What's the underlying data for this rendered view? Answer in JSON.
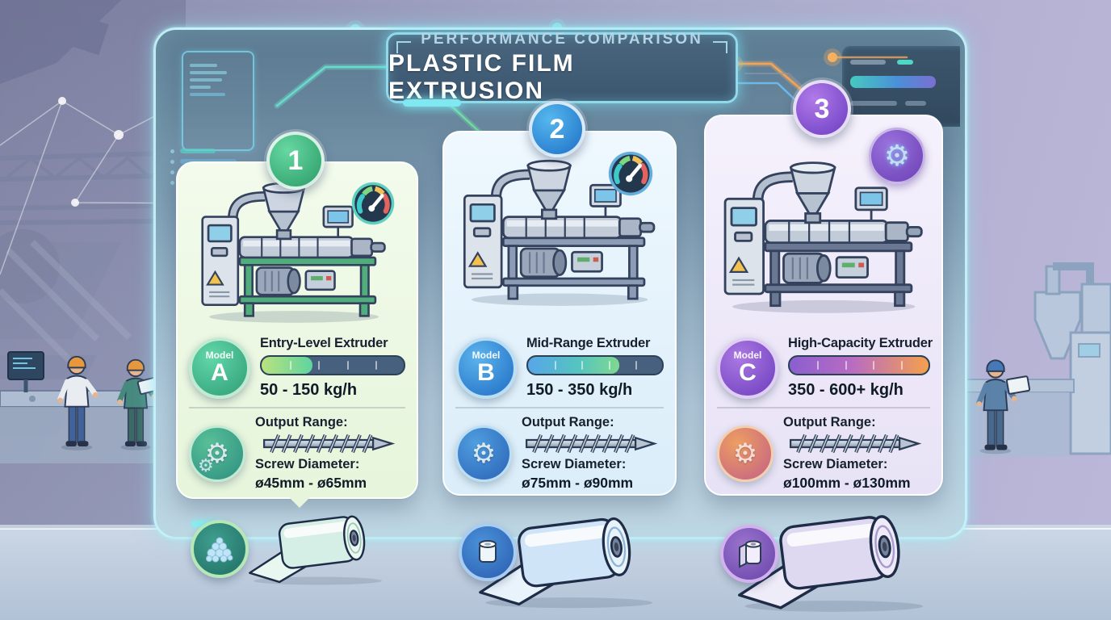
{
  "banner": {
    "kicker": "PERFORMANCE COMPARISON",
    "title": "PLASTIC FILM EXTRUSION"
  },
  "icons": {
    "gear": "⚙"
  },
  "colors": {
    "panel_glow": "#9fe8f2",
    "banner_bg": "#41607c",
    "bar_track": "#46607e",
    "card_a_accent": "#3fae6e",
    "card_b_accent": "#2e86d4",
    "card_c_accent": "#7a4fc9"
  },
  "cards": [
    {
      "number": "1",
      "model_word": "Model",
      "model_letter": "A",
      "title": "Entry-Level Extruder",
      "output_range": "50 - 150 kg/h",
      "output_label": "Output Range:",
      "screw_label": "Screw Diameter:",
      "screw_diameter": "ø45mm - ø65mm",
      "gauge_fill": "36%",
      "corner_icon": "speedometer",
      "card_tint": "#e9f6df"
    },
    {
      "number": "2",
      "model_word": "Model",
      "model_letter": "B",
      "title": "Mid-Range Extruder",
      "output_range": "150 - 350 kg/h",
      "output_label": "Output Range:",
      "screw_label": "Screw Diameter:",
      "screw_diameter": "ø75mm - ø90mm",
      "gauge_fill": "68%",
      "corner_icon": "speedometer",
      "card_tint": "#ddeefa"
    },
    {
      "number": "3",
      "model_word": "Model",
      "model_letter": "C",
      "title": "High-Capacity Extruder",
      "output_range": "350 - 600+ kg/h",
      "output_label": "Output Range:",
      "screw_label": "Screw Diameter:",
      "screw_diameter": "ø100mm - ø130mm",
      "gauge_fill": "100%",
      "corner_icon": "gear",
      "card_tint": "#ece6f8"
    }
  ]
}
